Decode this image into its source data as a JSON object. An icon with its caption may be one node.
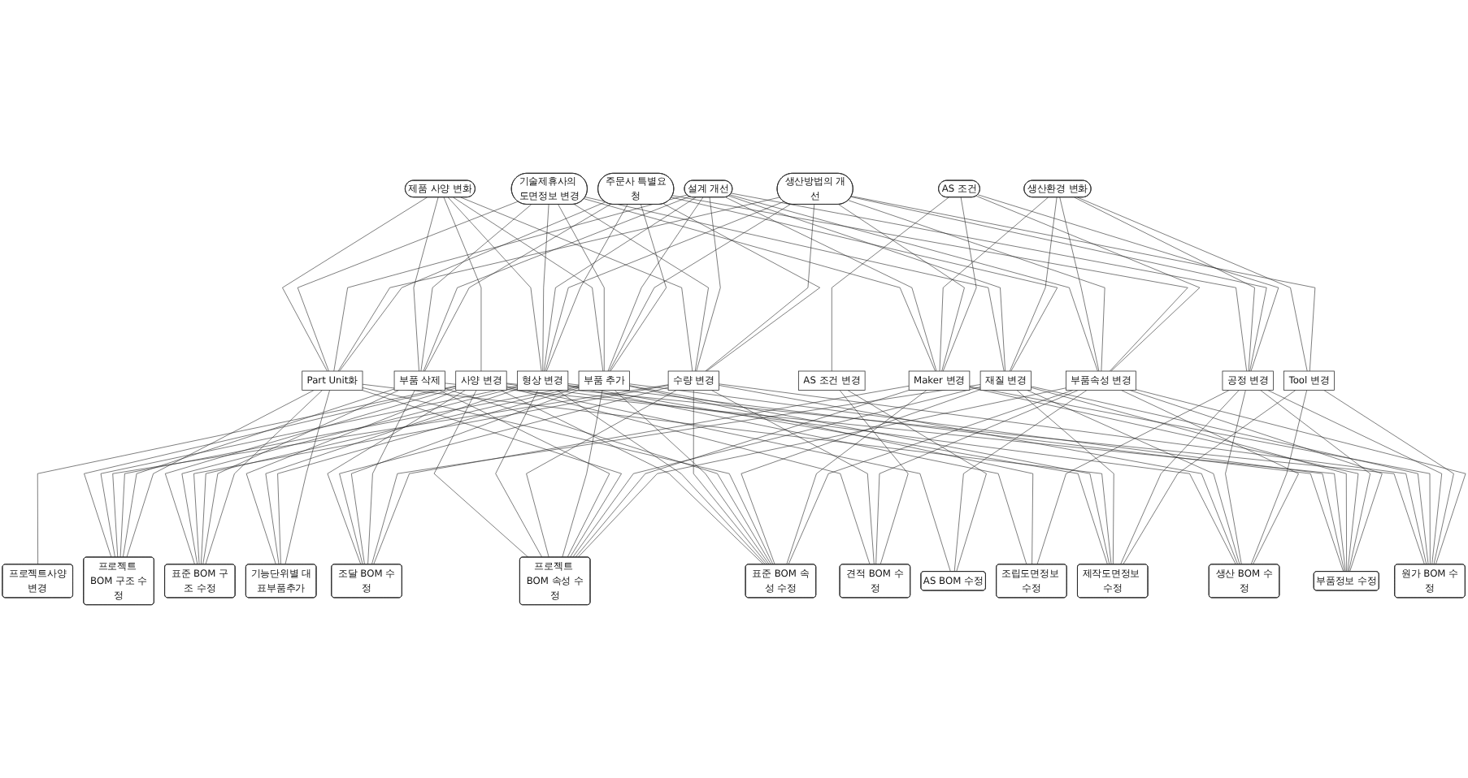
{
  "diagram": {
    "nodes": [
      {
        "text": [
          "제품 사양 변화"
        ]
      },
      {
        "text": [
          "기술제휴사의 도면정보 변경"
        ]
      },
      {
        "text": [
          "설계 개선"
        ]
      },
      {
        "text": [
          "생산환경 변화"
        ]
      },
      {
        "text": [
          "생산방법의 개선"
        ]
      },
      {
        "text": [
          "주문사 특별요청"
        ]
      },
      {
        "text": [
          "AS 조건"
        ]
      },
      {
        "text": [
          "사양 변경"
        ]
      },
      {
        "text": [
          "형상 변경"
        ]
      },
      {
        "text": [
          "수량 변경"
        ]
      },
      {
        "text": [
          "부품 추가"
        ]
      },
      {
        "text": [
          "부품 삭제"
        ]
      },
      {
        "text": [
          "Part Unit화"
        ]
      },
      {
        "text": [
          "재질 변경"
        ]
      },
      {
        "text": [
          "Maker 변경"
        ]
      },
      {
        "text": [
          "공정 변경"
        ]
      },
      {
        "text": [
          "Tool 변경"
        ]
      },
      {
        "text": [
          "부품속성 변경"
        ]
      },
      {
        "text": [
          "AS 조건 변경"
        ]
      },
      {
        "text": [
          "프로젝트사양변경"
        ]
      },
      {
        "text": [
          "기능단위별 대표부품추가"
        ]
      },
      {
        "text": [
          "표준 BOM 구조 수정"
        ]
      },
      {
        "text": [
          "표준 BOM 속성 수정"
        ]
      },
      {
        "text": [
          "부품정보 수정"
        ]
      },
      {
        "text": [
          "조립도면정보 수정"
        ]
      },
      {
        "text": [
          "제작도면정보 수정"
        ]
      },
      {
        "text": [
          "프로젝트 BOM 구조 수정"
        ]
      },
      {
        "text": [
          "프로젝트 BOM 속성 수정"
        ]
      },
      {
        "text": [
          "조달 BOM 수정"
        ]
      },
      {
        "text": [
          "생산 BOM 수정"
        ]
      },
      {
        "text": [
          "원가 BOM 수정"
        ]
      },
      {
        "text": [
          "견적 BOM 수정"
        ]
      },
      {
        "text": [
          "AS BOM 수정"
        ]
      }
    ],
    "edges": [
      {
        "from": 0,
        "to": 7,
        "arrow": "none"
      },
      {
        "from": 0,
        "to": 8,
        "arrow": "none"
      },
      {
        "from": 0,
        "to": 9,
        "arrow": "none"
      },
      {
        "from": 0,
        "to": 10,
        "arrow": "none"
      },
      {
        "from": 0,
        "to": 11,
        "arrow": "none"
      },
      {
        "from": 0,
        "to": 12,
        "arrow": "none"
      },
      {
        "from": 1,
        "to": 8,
        "arrow": "none"
      },
      {
        "from": 1,
        "to": 9,
        "arrow": "none"
      },
      {
        "from": 1,
        "to": 10,
        "arrow": "none"
      },
      {
        "from": 1,
        "to": 11,
        "arrow": "none"
      },
      {
        "from": 1,
        "to": 12,
        "arrow": "none"
      },
      {
        "from": 1,
        "to": 13,
        "arrow": "none"
      },
      {
        "from": 1,
        "to": 14,
        "arrow": "none"
      },
      {
        "from": 2,
        "to": 8,
        "arrow": "none"
      },
      {
        "from": 2,
        "to": 9,
        "arrow": "none"
      },
      {
        "from": 2,
        "to": 10,
        "arrow": "none"
      },
      {
        "from": 2,
        "to": 11,
        "arrow": "none"
      },
      {
        "from": 2,
        "to": 12,
        "arrow": "none"
      },
      {
        "from": 2,
        "to": 13,
        "arrow": "none"
      },
      {
        "from": 2,
        "to": 14,
        "arrow": "none"
      },
      {
        "from": 2,
        "to": 15,
        "arrow": "none"
      },
      {
        "from": 2,
        "to": 17,
        "arrow": "none"
      },
      {
        "from": 3,
        "to": 13,
        "arrow": "none"
      },
      {
        "from": 3,
        "to": 14,
        "arrow": "none"
      },
      {
        "from": 3,
        "to": 15,
        "arrow": "none"
      },
      {
        "from": 3,
        "to": 16,
        "arrow": "none"
      },
      {
        "from": 3,
        "to": 17,
        "arrow": "none"
      },
      {
        "from": 4,
        "to": 8,
        "arrow": "none"
      },
      {
        "from": 4,
        "to": 9,
        "arrow": "none"
      },
      {
        "from": 4,
        "to": 10,
        "arrow": "none"
      },
      {
        "from": 4,
        "to": 12,
        "arrow": "none"
      },
      {
        "from": 4,
        "to": 14,
        "arrow": "none"
      },
      {
        "from": 4,
        "to": 15,
        "arrow": "none"
      },
      {
        "from": 4,
        "to": 16,
        "arrow": "none"
      },
      {
        "from": 4,
        "to": 17,
        "arrow": "none"
      },
      {
        "from": 5,
        "to": 8,
        "arrow": "none"
      },
      {
        "from": 5,
        "to": 9,
        "arrow": "none"
      },
      {
        "from": 5,
        "to": 10,
        "arrow": "none"
      },
      {
        "from": 5,
        "to": 11,
        "arrow": "none"
      },
      {
        "from": 5,
        "to": 12,
        "arrow": "none"
      },
      {
        "from": 5,
        "to": 13,
        "arrow": "none"
      },
      {
        "from": 5,
        "to": 17,
        "arrow": "none"
      },
      {
        "from": 6,
        "to": 14,
        "arrow": "none"
      },
      {
        "from": 6,
        "to": 15,
        "arrow": "none"
      },
      {
        "from": 6,
        "to": 17,
        "arrow": "none"
      },
      {
        "from": 6,
        "to": 18,
        "arrow": "none"
      },
      {
        "from": 7,
        "to": 19,
        "arrow": "none"
      },
      {
        "from": 7,
        "to": 20,
        "arrow": "none"
      },
      {
        "from": 7,
        "to": 21,
        "arrow": "none"
      },
      {
        "from": 7,
        "to": 22,
        "arrow": "none"
      },
      {
        "from": 7,
        "to": 26,
        "arrow": "none"
      },
      {
        "from": 7,
        "to": 27,
        "arrow": "none"
      },
      {
        "from": 7,
        "to": 28,
        "arrow": "none"
      },
      {
        "from": 7,
        "to": 29,
        "arrow": "none"
      },
      {
        "from": 7,
        "to": 30,
        "arrow": "none"
      },
      {
        "from": 7,
        "to": 31,
        "arrow": "none"
      },
      {
        "from": 7,
        "to": 32,
        "arrow": "none"
      },
      {
        "from": 8,
        "to": 20,
        "arrow": "none"
      },
      {
        "from": 8,
        "to": 21,
        "arrow": "none"
      },
      {
        "from": 8,
        "to": 22,
        "arrow": "none"
      },
      {
        "from": 8,
        "to": 23,
        "arrow": "none"
      },
      {
        "from": 8,
        "to": 24,
        "arrow": "none"
      },
      {
        "from": 8,
        "to": 25,
        "arrow": "none"
      },
      {
        "from": 8,
        "to": 26,
        "arrow": "none"
      },
      {
        "from": 8,
        "to": 27,
        "arrow": "none"
      },
      {
        "from": 9,
        "to": 21,
        "arrow": "none"
      },
      {
        "from": 9,
        "to": 22,
        "arrow": "none"
      },
      {
        "from": 9,
        "to": 26,
        "arrow": "none"
      },
      {
        "from": 9,
        "to": 27,
        "arrow": "none"
      },
      {
        "from": 9,
        "to": 28,
        "arrow": "none"
      },
      {
        "from": 9,
        "to": 29,
        "arrow": "none"
      },
      {
        "from": 9,
        "to": 30,
        "arrow": "none"
      },
      {
        "from": 9,
        "to": 31,
        "arrow": "none"
      },
      {
        "from": 10,
        "to": 20,
        "arrow": "none"
      },
      {
        "from": 10,
        "to": 21,
        "arrow": "none"
      },
      {
        "from": 10,
        "to": 22,
        "arrow": "none"
      },
      {
        "from": 10,
        "to": 23,
        "arrow": "none"
      },
      {
        "from": 10,
        "to": 24,
        "arrow": "none"
      },
      {
        "from": 10,
        "to": 25,
        "arrow": "none"
      },
      {
        "from": 10,
        "to": 26,
        "arrow": "none"
      },
      {
        "from": 10,
        "to": 27,
        "arrow": "none"
      },
      {
        "from": 10,
        "to": 28,
        "arrow": "none"
      },
      {
        "from": 11,
        "to": 21,
        "arrow": "none"
      },
      {
        "from": 11,
        "to": 22,
        "arrow": "none"
      },
      {
        "from": 11,
        "to": 23,
        "arrow": "none"
      },
      {
        "from": 11,
        "to": 26,
        "arrow": "none"
      },
      {
        "from": 11,
        "to": 27,
        "arrow": "none"
      },
      {
        "from": 11,
        "to": 28,
        "arrow": "none"
      },
      {
        "from": 12,
        "to": 20,
        "arrow": "none"
      },
      {
        "from": 12,
        "to": 21,
        "arrow": "none"
      },
      {
        "from": 12,
        "to": 22,
        "arrow": "none"
      },
      {
        "from": 12,
        "to": 25,
        "arrow": "none"
      },
      {
        "from": 12,
        "to": 26,
        "arrow": "none"
      },
      {
        "from": 12,
        "to": 27,
        "arrow": "none"
      },
      {
        "from": 13,
        "to": 22,
        "arrow": "none"
      },
      {
        "from": 13,
        "to": 23,
        "arrow": "none"
      },
      {
        "from": 13,
        "to": 25,
        "arrow": "none"
      },
      {
        "from": 13,
        "to": 27,
        "arrow": "none"
      },
      {
        "from": 13,
        "to": 28,
        "arrow": "none"
      },
      {
        "from": 13,
        "to": 29,
        "arrow": "none"
      },
      {
        "from": 13,
        "to": 30,
        "arrow": "none"
      },
      {
        "from": 14,
        "to": 22,
        "arrow": "none"
      },
      {
        "from": 14,
        "to": 23,
        "arrow": "none"
      },
      {
        "from": 14,
        "to": 27,
        "arrow": "none"
      },
      {
        "from": 14,
        "to": 28,
        "arrow": "none"
      },
      {
        "from": 14,
        "to": 30,
        "arrow": "none"
      },
      {
        "from": 15,
        "to": 23,
        "arrow": "none"
      },
      {
        "from": 15,
        "to": 24,
        "arrow": "none"
      },
      {
        "from": 15,
        "to": 25,
        "arrow": "none"
      },
      {
        "from": 15,
        "to": 29,
        "arrow": "none"
      },
      {
        "from": 15,
        "to": 30,
        "arrow": "none"
      },
      {
        "from": 16,
        "to": 25,
        "arrow": "none"
      },
      {
        "from": 16,
        "to": 29,
        "arrow": "none"
      },
      {
        "from": 16,
        "to": 30,
        "arrow": "none"
      },
      {
        "from": 17,
        "to": 22,
        "arrow": "none"
      },
      {
        "from": 17,
        "to": 23,
        "arrow": "none"
      },
      {
        "from": 17,
        "to": 27,
        "arrow": "none"
      },
      {
        "from": 17,
        "to": 29,
        "arrow": "none"
      },
      {
        "from": 17,
        "to": 30,
        "arrow": "none"
      },
      {
        "from": 17,
        "to": 31,
        "arrow": "none"
      },
      {
        "from": 17,
        "to": 32,
        "arrow": "none"
      },
      {
        "from": 18,
        "to": 31,
        "arrow": "none"
      },
      {
        "from": 18,
        "to": 32,
        "arrow": "none"
      }
    ]
  }
}
